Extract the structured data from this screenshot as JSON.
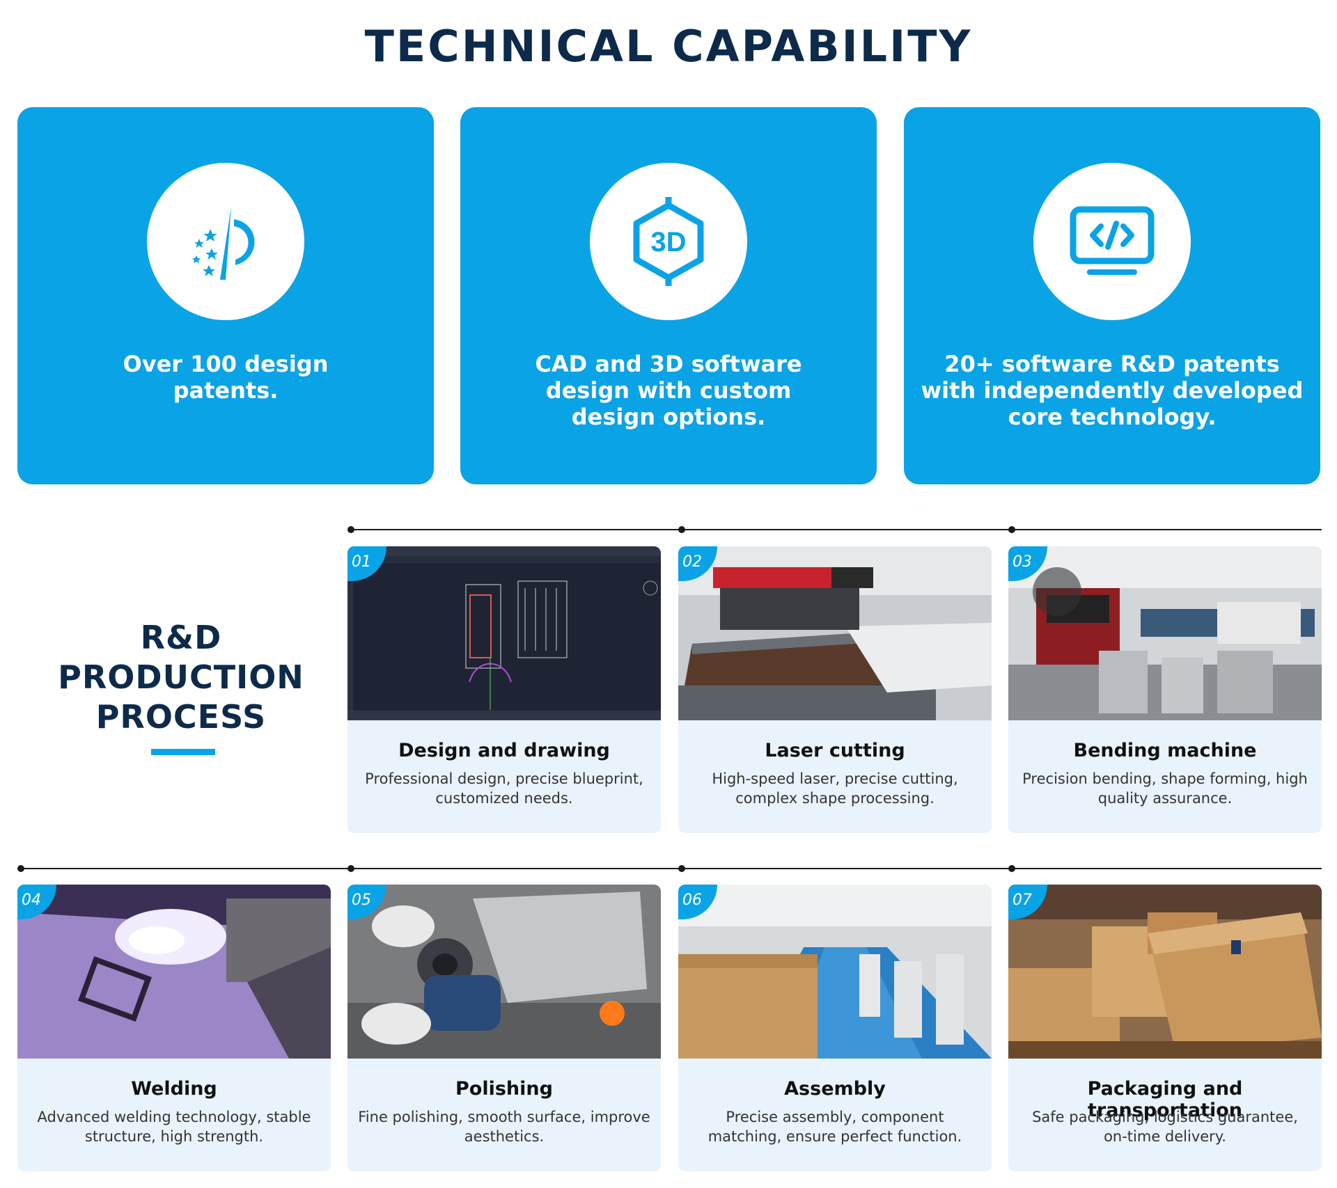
{
  "title": "TECHNICAL CAPABILITY",
  "capabilities": [
    {
      "icon": "patent-icon",
      "text": "Over 100 design\npatents."
    },
    {
      "icon": "3d-cube-icon",
      "text": "CAD and 3D software\ndesign with custom\ndesign options."
    },
    {
      "icon": "code-monitor-icon",
      "text": "20+ software R&D patents\nwith independently developed\ncore technology."
    }
  ],
  "process": {
    "heading": "R&D\nPRODUCTION\nPROCESS",
    "steps": [
      {
        "num": "01",
        "title": "Design and drawing",
        "desc": "Professional design, precise blueprint, customized needs."
      },
      {
        "num": "02",
        "title": "Laser cutting",
        "desc": "High-speed laser, precise cutting, complex shape processing."
      },
      {
        "num": "03",
        "title": "Bending machine",
        "desc": "Precision bending, shape forming, high quality assurance."
      },
      {
        "num": "04",
        "title": "Welding",
        "desc": "Advanced welding technology, stable structure, high strength."
      },
      {
        "num": "05",
        "title": "Polishing",
        "desc": "Fine polishing, smooth surface, improve aesthetics."
      },
      {
        "num": "06",
        "title": "Assembly",
        "desc": "Precise assembly, component matching, ensure perfect function."
      },
      {
        "num": "07",
        "title": "Packaging and transportation",
        "desc": "Safe packaging, logistics guarantee, on-time delivery."
      }
    ]
  },
  "colors": {
    "accent": "#0aa3e6",
    "heading": "#0d2a4a",
    "card_bg": "#e9f3fb"
  }
}
